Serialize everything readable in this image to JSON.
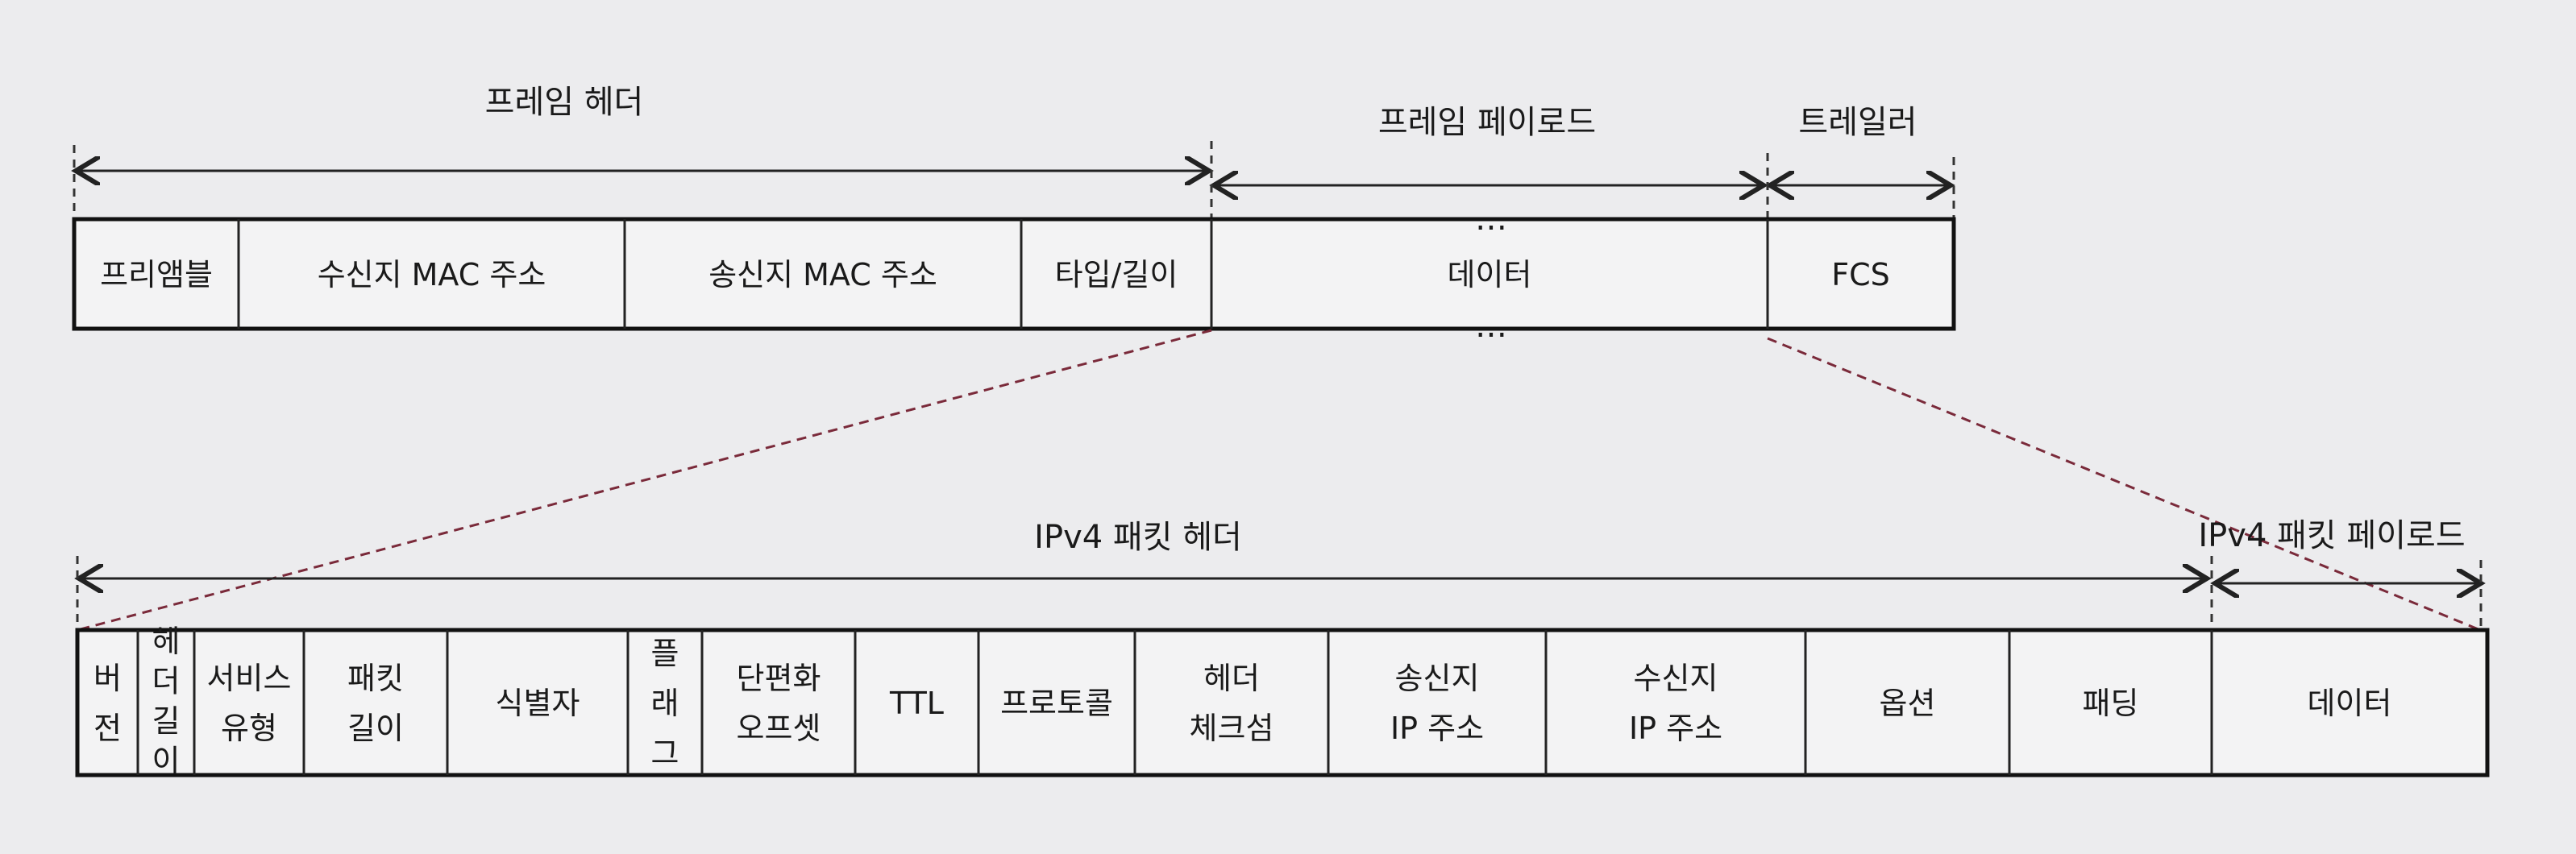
{
  "frame": {
    "header_label": "프레임 헤더",
    "payload_label": "프레임 페이로드",
    "trailer_label": "트레일러",
    "fields": [
      {
        "lines": [
          "프리앰블"
        ]
      },
      {
        "lines": [
          "수신지 MAC 주소"
        ]
      },
      {
        "lines": [
          "송신지 MAC 주소"
        ]
      },
      {
        "lines": [
          "타입/길이"
        ]
      },
      {
        "lines": [
          "데이터"
        ]
      },
      {
        "lines": [
          "FCS"
        ]
      }
    ],
    "ellipsis": "…"
  },
  "ipv4": {
    "header_label": "IPv4 패킷 헤더",
    "payload_label": "IPv4 패킷 페이로드",
    "fields": [
      {
        "lines": [
          "버",
          "전"
        ]
      },
      {
        "lines": [
          "헤",
          "더",
          "길",
          "이"
        ]
      },
      {
        "lines": [
          "서비스",
          "유형"
        ]
      },
      {
        "lines": [
          "패킷",
          "길이"
        ]
      },
      {
        "lines": [
          "식별자"
        ]
      },
      {
        "lines": [
          "플",
          "래",
          "그"
        ]
      },
      {
        "lines": [
          "단편화",
          "오프셋"
        ]
      },
      {
        "lines": [
          "TTL"
        ]
      },
      {
        "lines": [
          "프로토콜"
        ]
      },
      {
        "lines": [
          "헤더",
          "체크섬"
        ]
      },
      {
        "lines": [
          "송신지",
          "IP 주소"
        ]
      },
      {
        "lines": [
          "수신지",
          "IP 주소"
        ]
      },
      {
        "lines": [
          "옵션"
        ]
      },
      {
        "lines": [
          "패딩"
        ]
      },
      {
        "lines": [
          "데이터"
        ]
      }
    ]
  }
}
